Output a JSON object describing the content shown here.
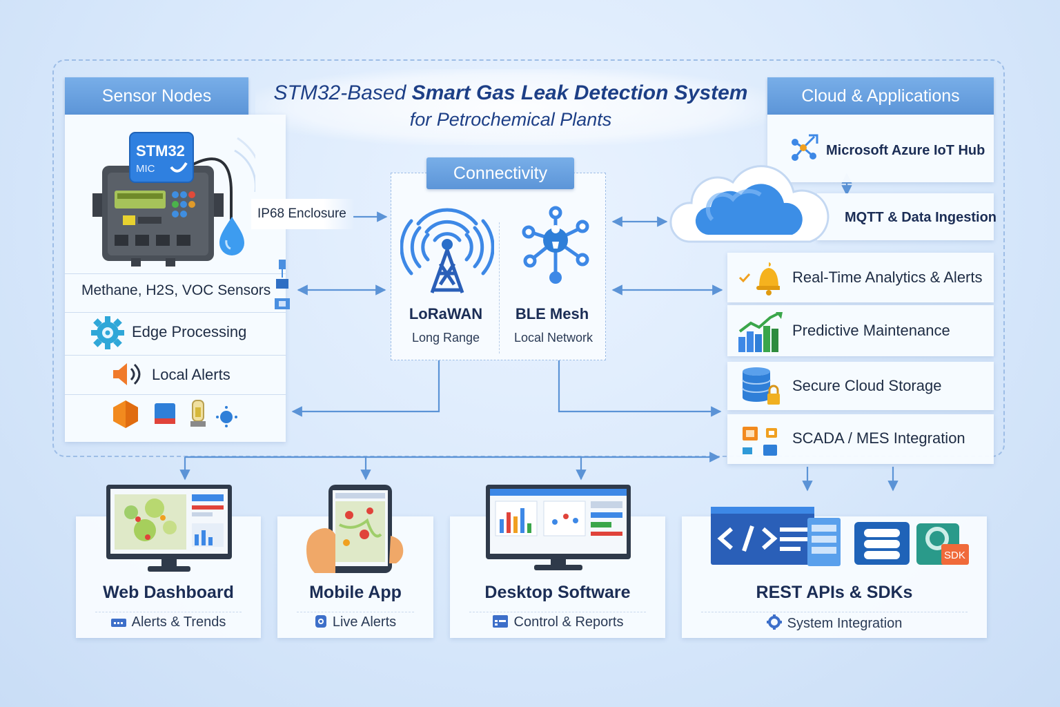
{
  "title": {
    "prefix": "STM32-Based ",
    "bold": "Smart Gas Leak Detection System",
    "subtitle": "for Petrochemical Plants"
  },
  "sensor_nodes": {
    "header": "Sensor Nodes",
    "device_badge_line1": "STM32",
    "device_badge_line2": "MIC",
    "enclosure_label": "IP68 Enclosure",
    "rows": [
      {
        "label": "Methane, H2S, VOC Sensors"
      },
      {
        "label": "Edge Processing",
        "icon": "gear-icon"
      },
      {
        "label": "Local Alerts",
        "icon": "speaker-icon"
      }
    ],
    "bottom_icons": [
      "hexagon-icon",
      "battery-icon",
      "beacon-icon",
      "sensor-icon"
    ]
  },
  "connectivity": {
    "header": "Connectivity",
    "items": [
      {
        "title": "LoRaWAN",
        "subtitle": "Long Range",
        "icon": "antenna-tower-icon"
      },
      {
        "title": "BLE Mesh",
        "subtitle": "Local Network",
        "icon": "mesh-network-icon"
      }
    ]
  },
  "cloud": {
    "header": "Cloud & Applications",
    "azure": "Microsoft Azure IoT Hub",
    "mqtt": "MQTT & Data Ingestion",
    "rows": [
      {
        "label": "Real-Time Analytics & Alerts",
        "icon": "bell-icon"
      },
      {
        "label": "Predictive Maintenance",
        "icon": "trend-chart-icon"
      },
      {
        "label": "Secure Cloud Storage",
        "icon": "database-lock-icon"
      },
      {
        "label": "SCADA / MES Integration",
        "icon": "integration-icon"
      }
    ]
  },
  "applications": [
    {
      "title": "Web Dashboard",
      "subtitle": "Alerts & Trends",
      "icon": "monitor-icon"
    },
    {
      "title": "Mobile App",
      "subtitle": "Live Alerts",
      "icon": "phone-icon"
    },
    {
      "title": "Desktop Software",
      "subtitle": "Control & Reports",
      "icon": "desktop-icon"
    },
    {
      "title": "REST APIs & SDKs",
      "subtitle": "System Integration",
      "icon": "code-icon",
      "sdk_badge": "SDK"
    }
  ],
  "colors": {
    "accent": "#5c95d8",
    "wire": "#5b93d6",
    "title": "#1d3f86"
  }
}
